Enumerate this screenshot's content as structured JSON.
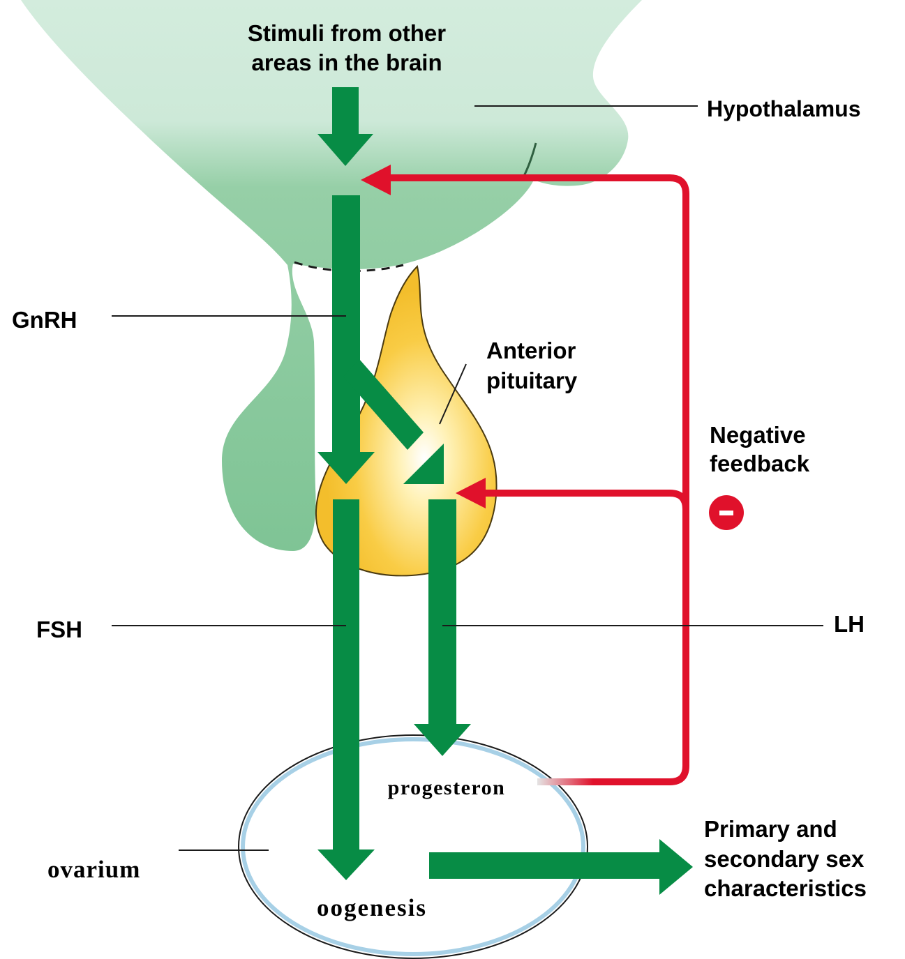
{
  "labels": {
    "stimuli_line1": "Stimuli from other",
    "stimuli_line2": "areas in the brain",
    "hypothalamus": "Hypothalamus",
    "gnrh": "GnRH",
    "anterior_line1": "Anterior",
    "anterior_line2": "pituitary",
    "negative_line1": "Negative",
    "negative_line2": "feedback",
    "minus_sign": "–",
    "fsh": "FSH",
    "lh": "LH",
    "progesteron": "progesteron",
    "ovarium": "ovarium",
    "oogenesis": "oogenesis",
    "primary_line1": "Primary and",
    "primary_line2": "secondary sex",
    "primary_line3": "characteristics"
  },
  "colors": {
    "hormone_arrow": "#078c45",
    "feedback_arrow": "#e0112b",
    "hypothalamus_light": "#cfeadb",
    "hypothalamus_dark": "#7fc595",
    "pituitary": "#f7c431",
    "ovary_outline": "#9fcbe4"
  }
}
